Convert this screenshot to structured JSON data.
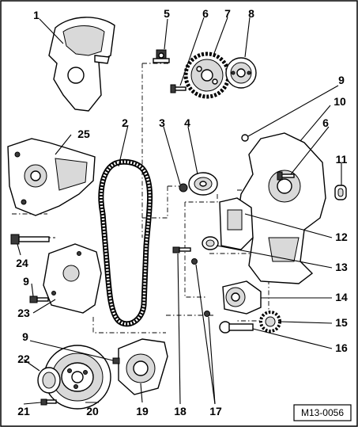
{
  "diagram_code": "M13-0056",
  "callouts": [
    "1",
    "2",
    "3",
    "4",
    "5",
    "6",
    "6",
    "7",
    "8",
    "9",
    "9",
    "9",
    "10",
    "11",
    "12",
    "13",
    "14",
    "15",
    "16",
    "17",
    "18",
    "19",
    "20",
    "21",
    "22",
    "23",
    "24",
    "25"
  ]
}
